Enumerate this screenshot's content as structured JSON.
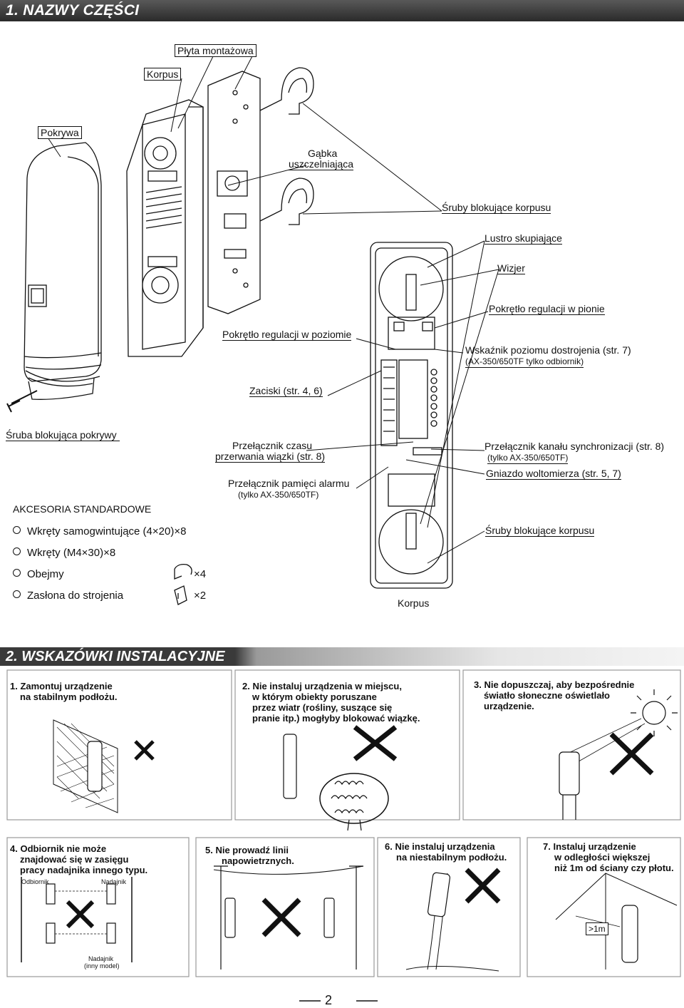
{
  "section1": {
    "title": "1. NAZWY CZĘŚCI"
  },
  "parts": {
    "plyta": "Płyta montażowa",
    "korpus_top": "Korpus",
    "pokrywa": "Pokrywa",
    "gabka_1": "Gąbka",
    "gabka_2": "uszczelniająca",
    "sruby_korpusu_top": "Śruby blokujące korpusu",
    "lustro": "Lustro skupiające",
    "wizjer": "Wizjer",
    "pokretlo_pion": "Pokrętło regulacji w pionie",
    "pokretlo_poziom": "Pokrętło regulacji w poziomie",
    "wskaznik": "Wskaźnik poziomu dostrojenia (str. 7)",
    "wskaznik_note": "(AX-350/650TF tylko odbiornik)",
    "zaciski": "Zaciski (str. 4, 6)",
    "sruba_pokrywy": "Śruba blokująca pokrywy",
    "przelacznik_czasu_1": "Przełącznik czasu",
    "przelacznik_czasu_2": "przerwania wiązki (str. 8)",
    "przelacznik_kanalu": "Przełącznik kanału synchronizacji (str. 8)",
    "przelacznik_kanalu_note": "(tylko AX-350/650TF)",
    "gniazdo": "Gniazdo woltomierza (str. 5, 7)",
    "pamiec": "Przełącznik pamięci alarmu",
    "pamiec_note": "(tylko AX-350/650TF)",
    "sruby_korpusu_bottom": "Śruby blokujące korpusu",
    "korpus_bottom": "Korpus"
  },
  "accessories": {
    "title": "AKCESORIA STANDARDOWE",
    "items": [
      {
        "label": "Wkręty samogwintujące (4×20)×8",
        "qty": ""
      },
      {
        "label": "Wkręty (M4×30)×8",
        "qty": ""
      },
      {
        "label": "Obejmy",
        "qty": "×4"
      },
      {
        "label": "Zasłona do strojenia",
        "qty": "×2"
      }
    ]
  },
  "section2": {
    "title": "2. WSKAZÓWKI INSTALACYJNE"
  },
  "tips": {
    "t1_1": "1. Zamontuj urządzenie",
    "t1_2": "na stabilnym podłożu.",
    "t2_1": "2. Nie instaluj urządzenia w miejscu,",
    "t2_2": "w którym obiekty poruszane",
    "t2_3": "przez wiatr (rośliny, suszące się",
    "t2_4": "pranie itp.) mogłyby blokować wiązkę.",
    "t3_1": "3. Nie dopuszczaj, aby bezpośrednie",
    "t3_2": "światło słoneczne oświetlało",
    "t3_3": "urządzenie.",
    "t4_1": "4. Odbiornik nie może",
    "t4_2": "znajdować się w zasięgu",
    "t4_3": "pracy nadajnika innego typu.",
    "t4_odbiornik": "Odbiornik",
    "t4_nadajnik": "Nadajnik",
    "t4_nadajnik2": "Nadajnik",
    "t4_inny": "(inny model)",
    "t5_1": "5. Nie prowadź linii",
    "t5_2": "napowietrznych.",
    "t6_1": "6. Nie instaluj urządzenia",
    "t6_2": "na niestabilnym podłożu.",
    "t7_1": "7. Instaluj urządzenie",
    "t7_2": "w odległości większej",
    "t7_3": "niż 1m od ściany czy płotu.",
    "t7_dist": ">1m"
  },
  "page_number": "2"
}
